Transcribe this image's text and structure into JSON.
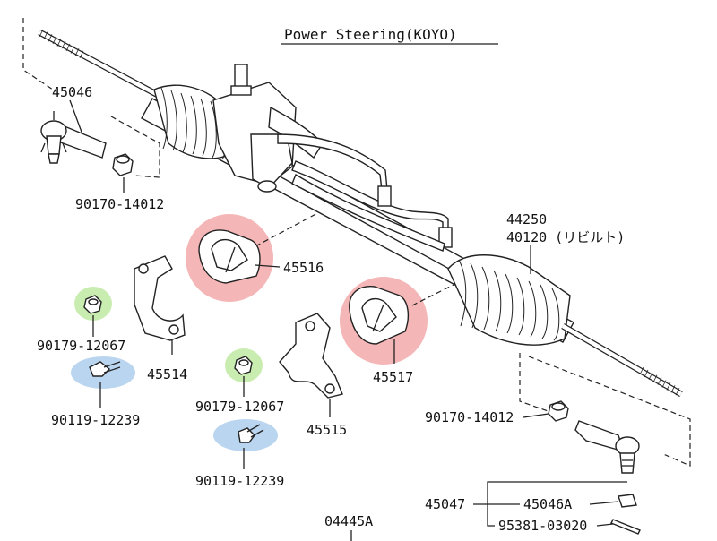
{
  "title": "Power Steering(KOYO)",
  "highlight_colors": {
    "red": "#f4b6b6",
    "red_stroke": "#c02020",
    "green": "#c9ecb0",
    "blue": "#b9d5f0"
  },
  "labels": {
    "p45046": "45046",
    "p90170_top": "90170-14012",
    "p44250": "44250",
    "p40120": "40120 (リビルト)",
    "p45516": "45516",
    "p45517": "45517",
    "p45514": "45514",
    "p90179_a": "90179-12067",
    "p90119_a": "90119-12239",
    "p90179_b": "90179-12067",
    "p90119_b": "90119-12239",
    "p45515": "45515",
    "p90170_bot": "90170-14012",
    "p45047": "45047",
    "p45046A": "45046A",
    "p95381": "95381-03020",
    "p04445A": "04445A"
  }
}
